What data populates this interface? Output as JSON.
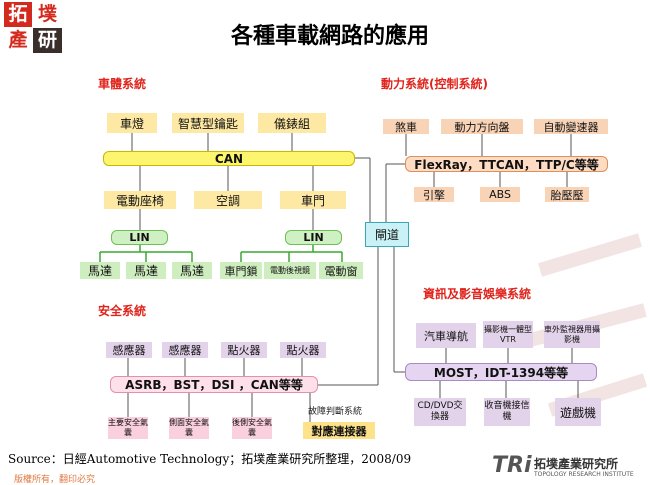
{
  "title": "各種車載網路的應用",
  "logo": {
    "line1": "拓",
    "line2": "墣",
    "line3": "產",
    "line4": "研"
  },
  "sections": {
    "body": "車體系統",
    "power": "動力系統(控制系統)",
    "safety": "安全系統",
    "info": "資訊及影音娛樂系統"
  },
  "body_system": {
    "top": [
      "車燈",
      "智慧型鑰匙",
      "儀錶組"
    ],
    "can": "CAN",
    "mid": [
      "電動座椅",
      "空調",
      "車門"
    ],
    "lin_left": "LIN",
    "lin_right": "LIN",
    "motors": [
      "馬達",
      "馬達",
      "馬達"
    ],
    "door": [
      "車門鎖",
      "電動後視鏡",
      "電動窗"
    ]
  },
  "gateway": "閘道",
  "power_system": {
    "top": [
      "煞車",
      "動力方向盤",
      "自動變速器"
    ],
    "bus": "FlexRay，TTCAN，TTP/C等等",
    "bottom": [
      "引擎",
      "ABS",
      "胎壓壓"
    ]
  },
  "safety_system": {
    "top": [
      "感應器",
      "感應器",
      "點火器",
      "點火器"
    ],
    "bus": "ASRB，BST，DSI ，CAN等等",
    "bottom": [
      "主要安全氣囊",
      "側面安全氣囊",
      "後側安全氣囊"
    ],
    "diag_label": "故障判斷系統",
    "connector": "對應連接器"
  },
  "info_system": {
    "top": [
      "汽車導航",
      "攝影機一體型VTR",
      "車外監視器用攝影機"
    ],
    "bus": "MOST，IDT-1394等等",
    "bottom": [
      "CD/DVD交換器",
      "收音機接信機",
      "遊戲機"
    ]
  },
  "source": "Source：日經Automotive Technology；拓墣產業研究所整理，2008/09",
  "footer_left": "版權所有，翻印必究",
  "footer_logo": {
    "mark": "TRi",
    "cn": "拓墣產業研究所",
    "en": "TOPOLOGY RESEARCH INSTITUTE"
  },
  "colors": {
    "title": "#000000",
    "section": "#e0241c",
    "can": "#fdf56e",
    "lin": "#cff0c2",
    "most": "#e6d5f0"
  }
}
